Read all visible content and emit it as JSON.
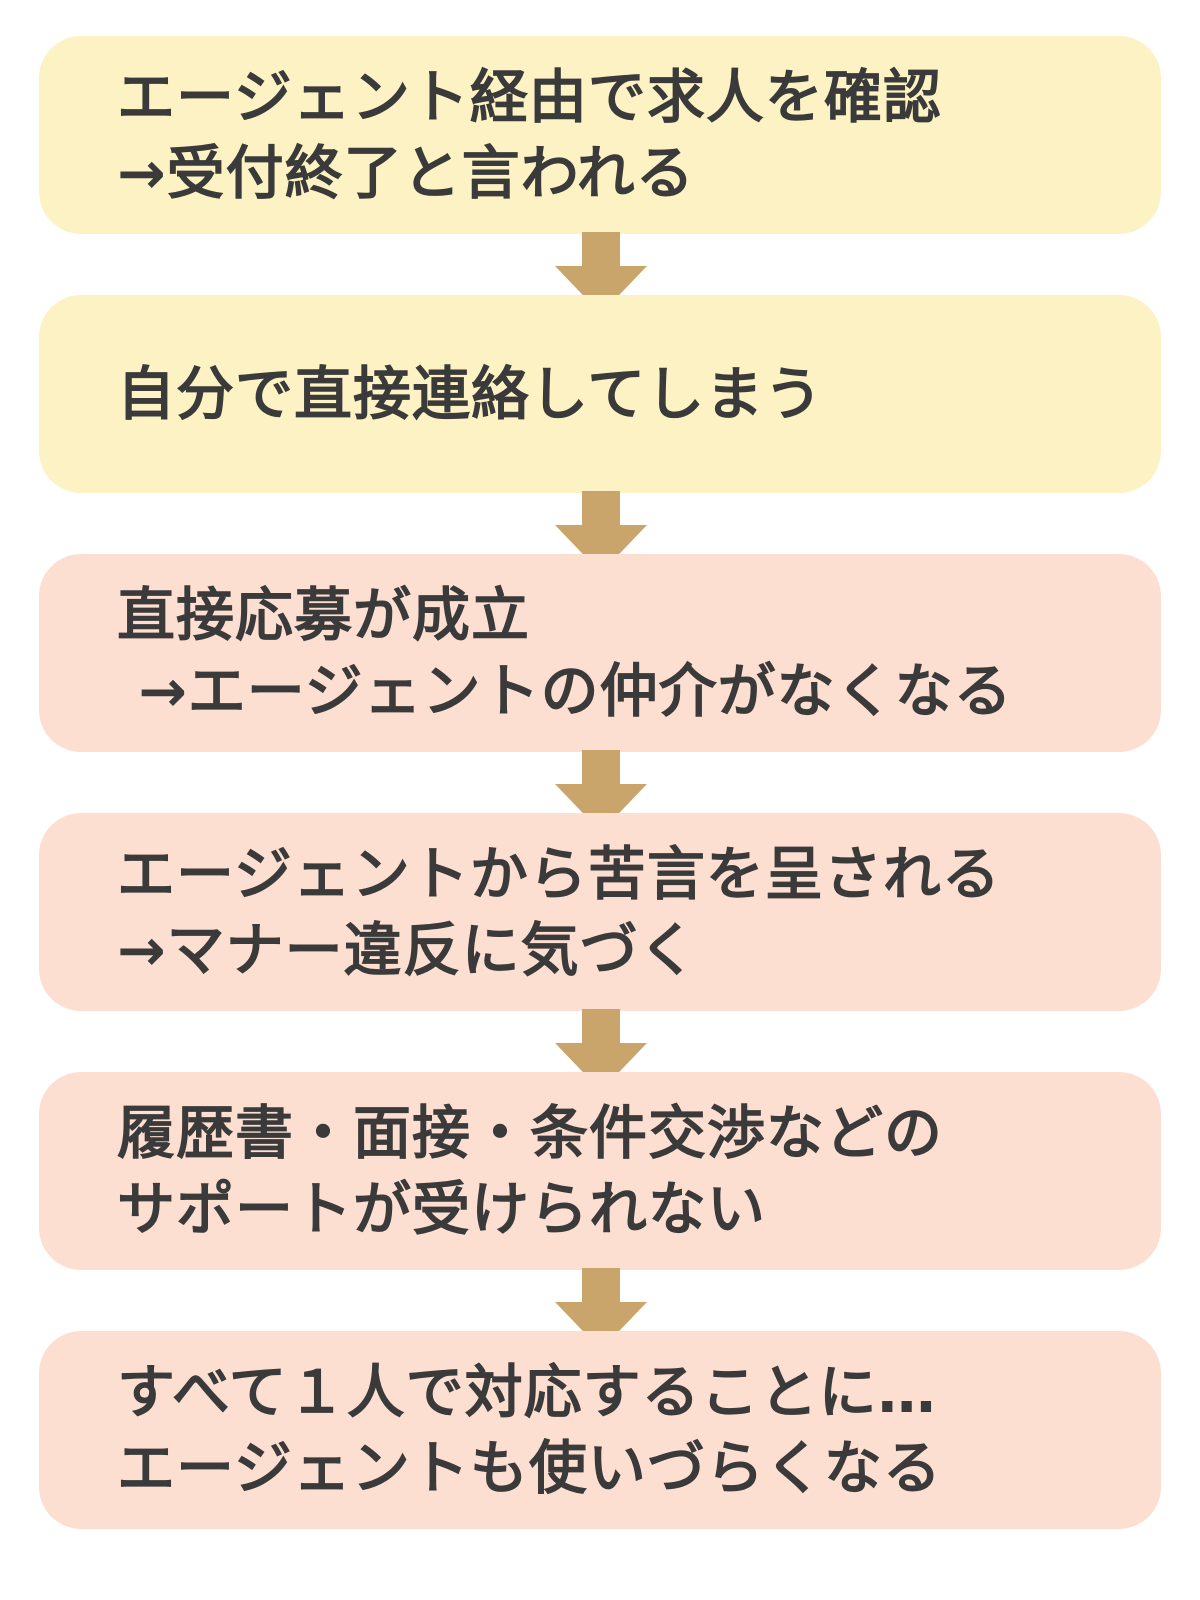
{
  "steps": [
    {
      "lines": [
        "エージェント経由で求人を確認",
        "→受付終了と言われる"
      ],
      "fill": "#fdf2c4"
    },
    {
      "lines": [
        "自分で直接連絡してしまう"
      ],
      "fill": "#fdf2c4"
    },
    {
      "lines": [
        "直接応募が成立",
        " →エージェントの仲介がなくなる"
      ],
      "fill": "#fddfd2"
    },
    {
      "lines": [
        "エージェントから苦言を呈される",
        "→マナー違反に気づく"
      ],
      "fill": "#fddfd2"
    },
    {
      "lines": [
        "履歴書・面接・条件交渉などの",
        "サポートが受けられない"
      ],
      "fill": "#fddfd2"
    },
    {
      "lines": [
        "すべて１人で対応することに…",
        "エージェントも使いづらくなる"
      ],
      "fill": "#fddfd2"
    }
  ],
  "colors": {
    "text": "#3a3a3a",
    "arrow": "#c9a56c",
    "yellow_box": "#fdf2c4",
    "pink_box": "#fddfd2"
  },
  "icons": {
    "connector": "down-arrow-icon"
  }
}
